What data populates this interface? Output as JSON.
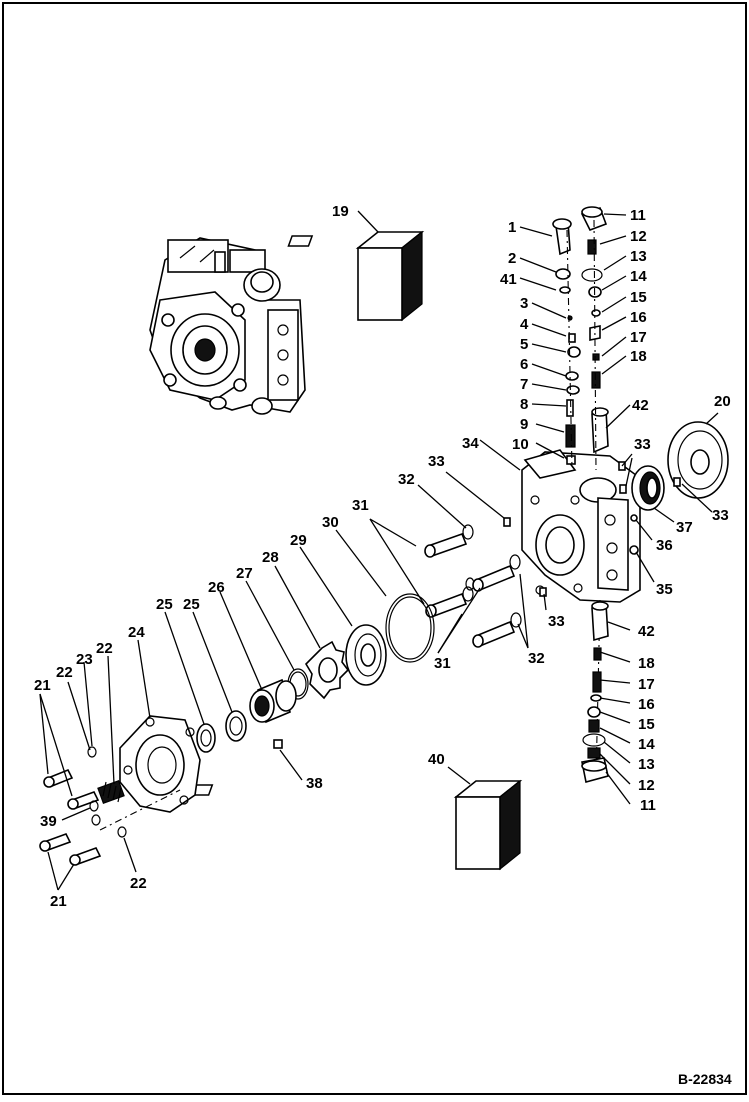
{
  "figure_id": "B-22834",
  "callouts": {
    "c1": "1",
    "c2": "2",
    "c41": "41",
    "c3": "3",
    "c4": "4",
    "c5": "5",
    "c6": "6",
    "c7": "7",
    "c8": "8",
    "c9": "9",
    "c10": "10",
    "c11a": "11",
    "c12a": "12",
    "c13a": "13",
    "c14a": "14",
    "c15a": "15",
    "c16a": "16",
    "c17a": "17",
    "c18a": "18",
    "c42a": "42",
    "c19": "19",
    "c20": "20",
    "c33a": "33",
    "c33b": "33",
    "c37": "37",
    "c36": "36",
    "c35": "35",
    "c34": "34",
    "c33c": "33",
    "c32a": "32",
    "c31a": "31",
    "c30": "30",
    "c29": "29",
    "c28": "28",
    "c27": "27",
    "c26": "26",
    "c25a": "25",
    "c25b": "25",
    "c24": "24",
    "c23": "23",
    "c22a": "22",
    "c22b": "22",
    "c21a": "21",
    "c31b": "31",
    "c32b": "32",
    "c33d": "33",
    "c42b": "42",
    "c18b": "18",
    "c17b": "17",
    "c16b": "16",
    "c15b": "15",
    "c14b": "14",
    "c13b": "13",
    "c12b": "12",
    "c11b": "11",
    "c40": "40",
    "c38": "38",
    "c39": "39",
    "c22c": "22",
    "c21b": "21"
  }
}
